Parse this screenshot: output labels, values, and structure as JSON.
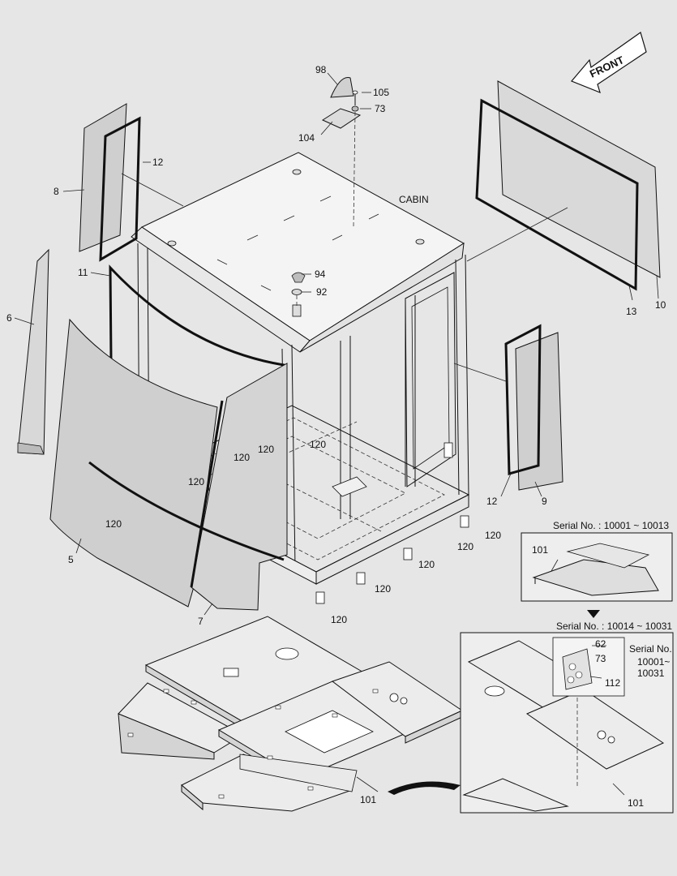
{
  "diagram": {
    "front_label": "FRONT",
    "cabin_label": "CABIN",
    "inset1": {
      "header": "Serial No. : 10001 ~ 10013",
      "part_label": "101"
    },
    "inset2": {
      "header": "Serial No. : 10014 ~ 10031",
      "side_note_line1": "Serial No.",
      "side_note_line2": "10001~",
      "side_note_line3": "10031",
      "detail_labels": {
        "a": "62",
        "b": "73",
        "c": "112"
      },
      "part_label": "101"
    },
    "labels": {
      "p98": "98",
      "p105": "105",
      "p73": "73",
      "p104": "104",
      "p8": "8",
      "p12a": "12",
      "p11": "11",
      "p6": "6",
      "p94": "94",
      "p92": "92",
      "p13": "13",
      "p10": "10",
      "p12b": "12",
      "p9": "9",
      "p5": "5",
      "p7": "7",
      "p101": "101"
    },
    "label_120": "120"
  }
}
